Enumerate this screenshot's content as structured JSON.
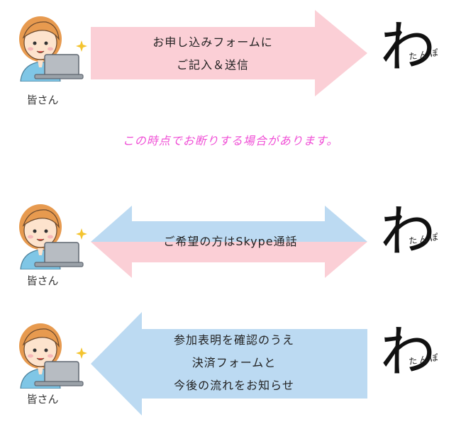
{
  "rows": [
    {
      "person_label": "皆さん",
      "arrow_lines": [
        "お申し込みフォームに",
        "ご記入＆送信"
      ]
    },
    {
      "person_label": "皆さん",
      "arrow_lines": [
        "ご希望の方はSkype通話"
      ]
    },
    {
      "person_label": "皆さん",
      "arrow_lines": [
        "参加表明を確認のうえ",
        "決済フォームと",
        "今後の流れをお知らせ"
      ]
    }
  ],
  "note": "この時点でお断りする場合があります。",
  "logo": {
    "main": "わ",
    "sub": "たんぽ"
  },
  "colors": {
    "pink": "#fbcfd6",
    "blue": "#bcdaf2",
    "note": "#f04fd6"
  }
}
